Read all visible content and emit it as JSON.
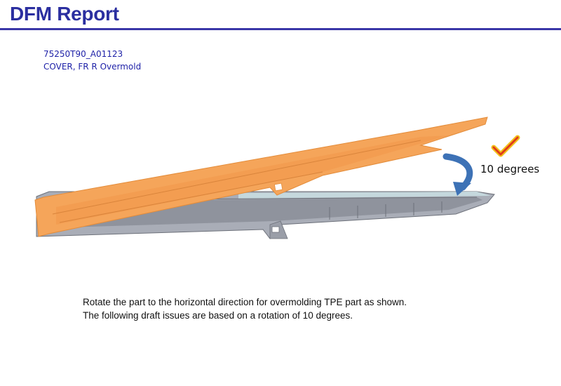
{
  "header": {
    "title": "DFM Report"
  },
  "part": {
    "number": "75250T90_A01123",
    "name": "COVER, FR R Overmold"
  },
  "figure": {
    "rotation_label": "10 degrees",
    "colors": {
      "rotated_part": "#f5a55a",
      "horizontal_part": "#a9adb7",
      "rotation_arrow": "#3d72b6",
      "check_mark": "#e03a1a"
    },
    "icons": [
      "rotation-arrow-icon",
      "check-mark-icon"
    ]
  },
  "caption": {
    "line1": "Rotate the part to the horizontal direction for overmolding TPE part as shown.",
    "line2": "The following draft issues are based on a rotation of 10 degrees."
  }
}
